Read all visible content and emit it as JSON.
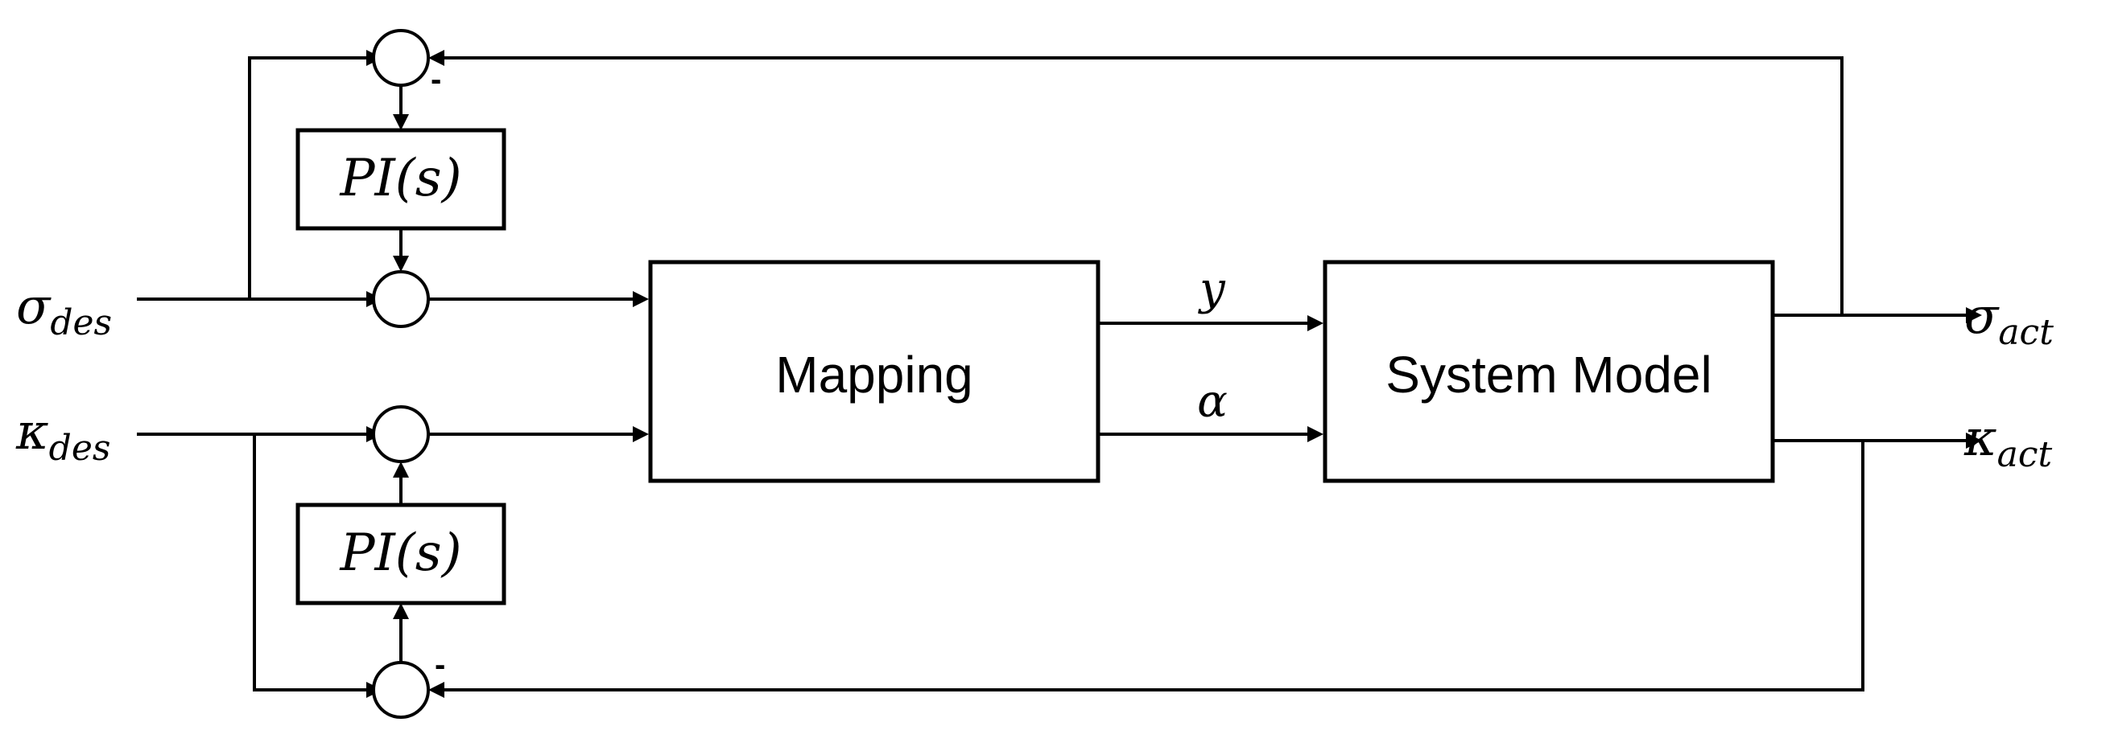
{
  "inputs": {
    "sigma": {
      "symbol": "σ",
      "sub": "des"
    },
    "kappa": {
      "symbol": "κ",
      "sub": "des"
    }
  },
  "outputs": {
    "sigma": {
      "symbol": "σ",
      "sub": "act"
    },
    "kappa": {
      "symbol": "κ",
      "sub": "act"
    }
  },
  "controllers": {
    "top": "PI(s)",
    "bottom": "PI(s)"
  },
  "blocks": {
    "mapping": "Mapping",
    "system": "System Model"
  },
  "signals": {
    "y": "y",
    "alpha": "α"
  },
  "signs": {
    "top_feedback": "-",
    "bottom_feedback": "-"
  }
}
